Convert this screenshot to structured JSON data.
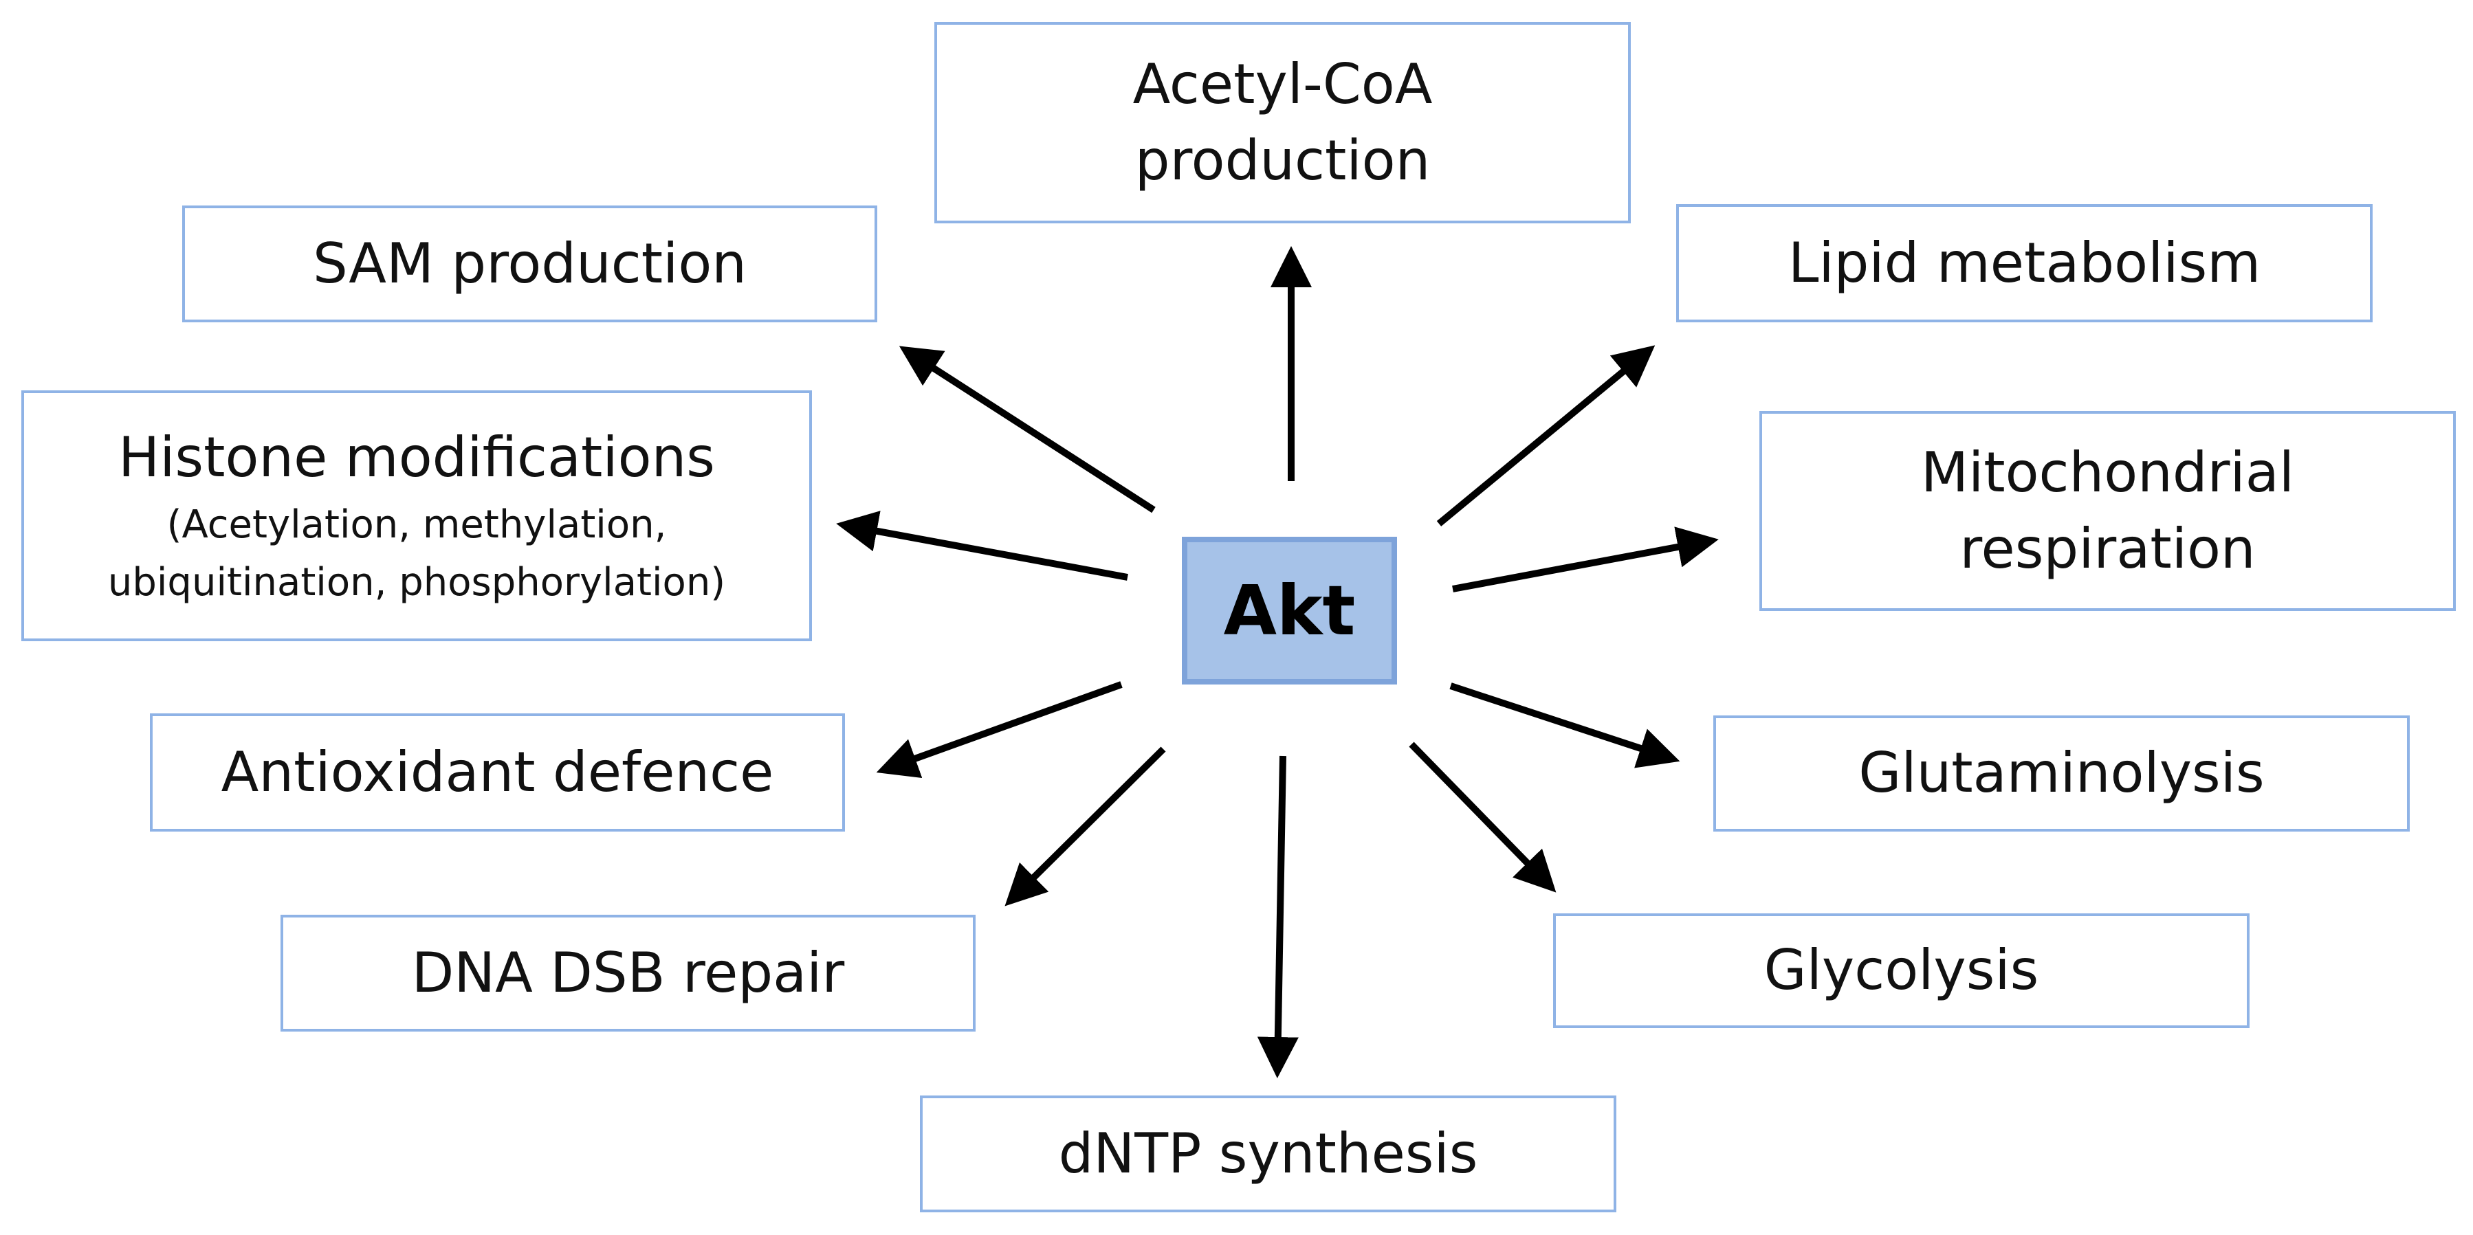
{
  "diagram": {
    "center": {
      "label": "Akt"
    },
    "boxes": {
      "acetyl": {
        "line1": "Acetyl-CoA",
        "line2": "production"
      },
      "sam": {
        "label": "SAM production"
      },
      "lipid": {
        "label": "Lipid metabolism"
      },
      "histone": {
        "title": "Histone modifications",
        "detail1": "(Acetylation, methylation,",
        "detail2": "ubiquitination, phosphorylation)"
      },
      "mito": {
        "line1": "Mitochondrial",
        "line2": "respiration"
      },
      "antioxidant": {
        "label": "Antioxidant defence"
      },
      "glutamin": {
        "label": "Glutaminolysis"
      },
      "dna": {
        "label": "DNA DSB repair"
      },
      "glycolysis": {
        "label": "Glycolysis"
      },
      "dntp": {
        "label": "dNTP synthesis"
      }
    },
    "colors": {
      "box_border": "#8fb3e6",
      "center_fill": "#a6c2e8",
      "center_border": "#7ea3da",
      "arrow": "#000000"
    }
  }
}
